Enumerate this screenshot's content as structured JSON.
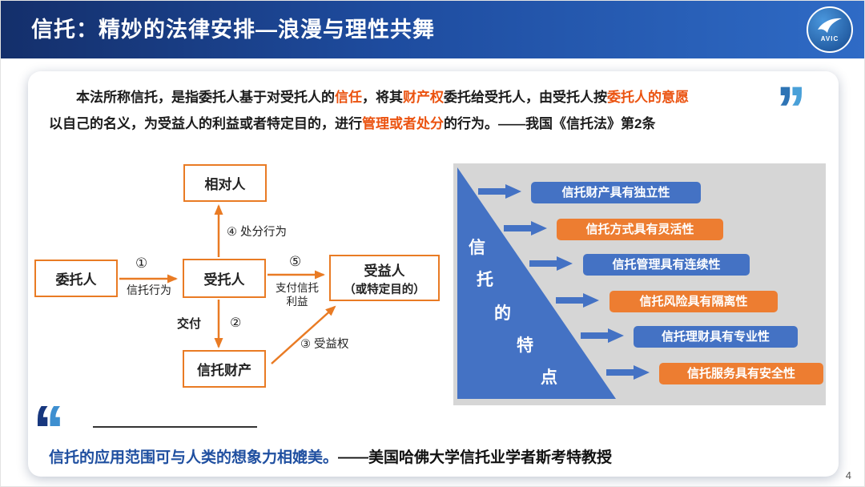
{
  "header": {
    "title": "信托：精妙的法律安排—浪漫与理性共舞",
    "logo_text": "AVIC"
  },
  "quote": {
    "s1": "本法所称信托，是指委托人基于对受托人的",
    "s2": "信任",
    "s3": "，将其",
    "s4": "财产权",
    "s5": "委托给受托人，由受托人按",
    "s6": "委托人的意愿",
    "s7": "以自己的名义，为受益人的利益或者特定目的，进行",
    "s8": "管理或者处分",
    "s9": "的行为。——我国《信托法》第2条"
  },
  "diagram": {
    "counterparty": "相对人",
    "settlor": "委托人",
    "trustee": "受托人",
    "beneficiary_l1": "受益人",
    "beneficiary_l2": "（或特定目的）",
    "property": "信托财产",
    "a1_num": "①",
    "a1_label": "信托行为",
    "a2_num": "②",
    "a2_label": "交付",
    "a3_label": "③ 受益权",
    "a4_label": "④ 处分行为",
    "a5_num": "⑤",
    "a5_l1": "支付信托",
    "a5_l2": "利益"
  },
  "features": {
    "triangle_chars": [
      "信",
      "托",
      "的",
      "特",
      "点"
    ],
    "items": [
      {
        "label": "信托财产具有独立性",
        "color": "blue"
      },
      {
        "label": "信托方式具有灵活性",
        "color": "orange"
      },
      {
        "label": "信托管理具有连续性",
        "color": "blue"
      },
      {
        "label": "信托风险具有隔离性",
        "color": "orange"
      },
      {
        "label": "信托理财具有专业性",
        "color": "blue"
      },
      {
        "label": "信托服务具有安全性",
        "color": "orange"
      }
    ]
  },
  "footer": {
    "quote_blue": "信托的应用范围可与人类的想象力相媲美。",
    "quote_rest": "——美国哈佛大学信托业学者斯考特教授",
    "page_number": "4"
  },
  "colors": {
    "header_dark": "#142F6B",
    "header_light": "#2F6BC6",
    "orange": "#E97B24",
    "blue": "#4472C4",
    "pill_orange": "#ED7D31",
    "panel_gray": "#D6D6D6",
    "highlight": "#EB5310"
  }
}
